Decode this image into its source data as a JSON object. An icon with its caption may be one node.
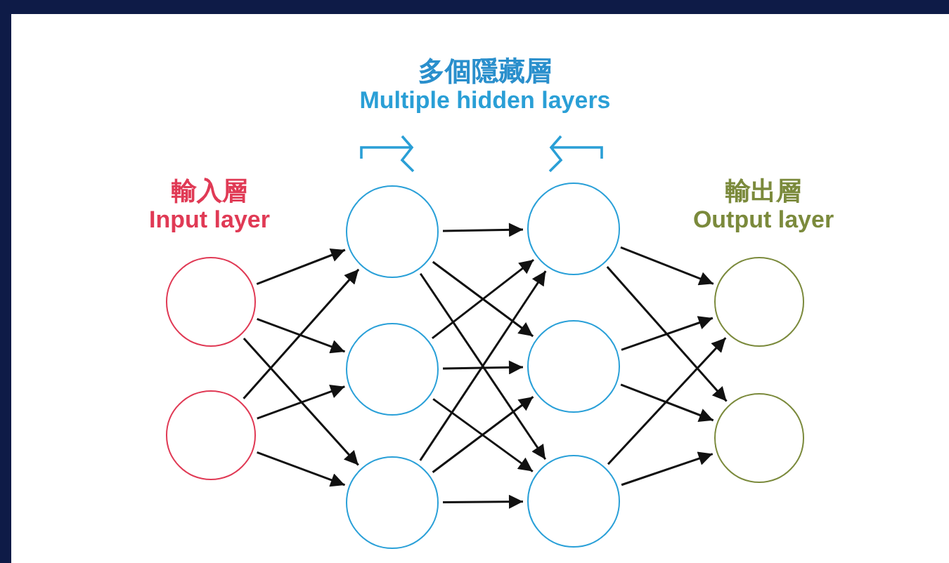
{
  "diagram": {
    "nodes": [
      {
        "text": [],
        "shape": "circle"
      },
      {
        "text": [],
        "shape": "circle"
      },
      {
        "text": [],
        "shape": "circle"
      },
      {
        "text": [],
        "shape": "circle"
      },
      {
        "text": [],
        "shape": "circle"
      },
      {
        "text": [],
        "shape": "circle"
      },
      {
        "text": [],
        "shape": "circle"
      },
      {
        "text": [],
        "shape": "circle"
      },
      {
        "text": [],
        "shape": "circle"
      },
      {
        "text": [],
        "shape": "circle"
      }
    ],
    "edges": [
      {
        "from": 0,
        "to": 2,
        "arrow": "to"
      },
      {
        "from": 0,
        "to": 3,
        "arrow": "to"
      },
      {
        "from": 0,
        "to": 4,
        "arrow": "to"
      },
      {
        "from": 1,
        "to": 2,
        "arrow": "to"
      },
      {
        "from": 1,
        "to": 3,
        "arrow": "to"
      },
      {
        "from": 1,
        "to": 4,
        "arrow": "to"
      },
      {
        "from": 2,
        "to": 5,
        "arrow": "to"
      },
      {
        "from": 2,
        "to": 6,
        "arrow": "to"
      },
      {
        "from": 2,
        "to": 7,
        "arrow": "to"
      },
      {
        "from": 3,
        "to": 5,
        "arrow": "to"
      },
      {
        "from": 3,
        "to": 6,
        "arrow": "to"
      },
      {
        "from": 3,
        "to": 7,
        "arrow": "to"
      },
      {
        "from": 4,
        "to": 5,
        "arrow": "to"
      },
      {
        "from": 4,
        "to": 6,
        "arrow": "to"
      },
      {
        "from": 4,
        "to": 7,
        "arrow": "to"
      },
      {
        "from": 5,
        "to": 8,
        "arrow": "to"
      },
      {
        "from": 5,
        "to": 9,
        "arrow": "to"
      },
      {
        "from": 6,
        "to": 8,
        "arrow": "to"
      },
      {
        "from": 6,
        "to": 9,
        "arrow": "to"
      },
      {
        "from": 7,
        "to": 8,
        "arrow": "to"
      },
      {
        "from": 7,
        "to": 9,
        "arrow": "to"
      }
    ],
    "labels": [
      "多個隱藏層",
      "Multiple hidden layers",
      "輸入層",
      "Input layer",
      "輸出層",
      "Output layer"
    ]
  }
}
